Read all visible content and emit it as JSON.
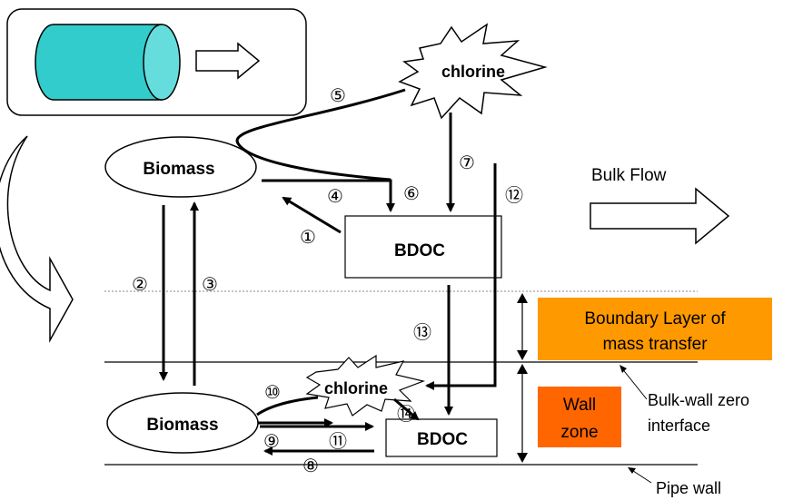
{
  "nodes": {
    "biomass_bulk": "Biomass",
    "biomass_wall": "Biomass",
    "bdoc_bulk": "BDOC",
    "bdoc_wall": "BDOC",
    "chlorine_bulk": "chlorine",
    "chlorine_wall": "chlorine"
  },
  "labels": {
    "bulk_flow": "Bulk Flow",
    "boundary_layer_line1": "Boundary Layer of",
    "boundary_layer_line2": "mass transfer",
    "wall_zone_line1": "Wall",
    "wall_zone_line2": "zone",
    "bulk_wall_line1": "Bulk-wall  zero",
    "bulk_wall_line2": "interface",
    "pipe_wall": "Pipe  wall"
  },
  "process_numbers": {
    "p1": "①",
    "p2": "②",
    "p3": "③",
    "p4": "④",
    "p5": "⑤",
    "p6": "⑥",
    "p7": "⑦",
    "p8": "⑧",
    "p9": "⑨",
    "p10": "⑩",
    "p11": "⑪",
    "p12": "⑫",
    "p13": "⑬",
    "p14": "⑭"
  },
  "colors": {
    "cylinder_fill": "#33CCCC",
    "cylinder_end": "#66DDDD",
    "boundary_box": "#FF9900",
    "wall_box": "#FF6600",
    "stroke": "#000000"
  }
}
